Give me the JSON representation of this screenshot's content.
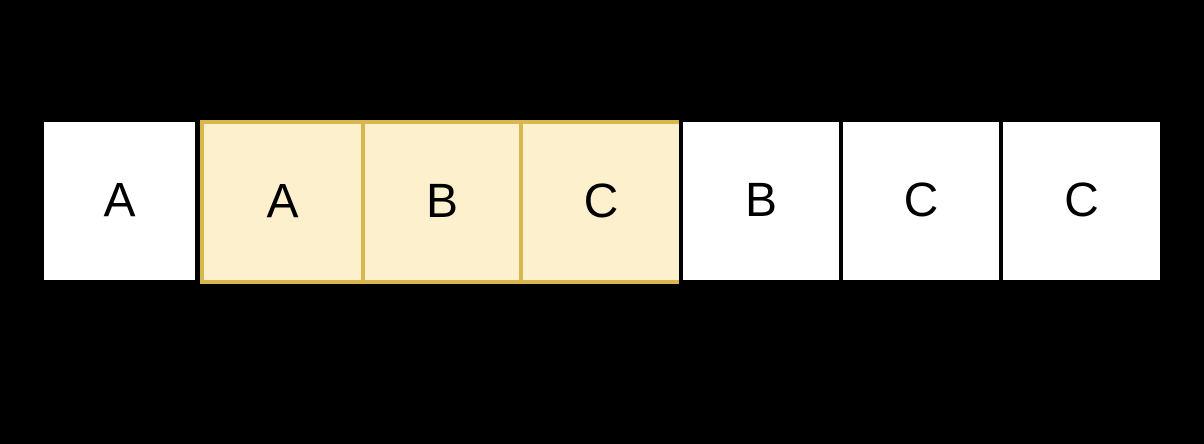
{
  "diagram": {
    "cells": [
      {
        "label": "A",
        "highlighted": false
      },
      {
        "label": "A",
        "highlighted": true
      },
      {
        "label": "B",
        "highlighted": true
      },
      {
        "label": "C",
        "highlighted": true
      },
      {
        "label": "B",
        "highlighted": false
      },
      {
        "label": "C",
        "highlighted": false
      },
      {
        "label": "C",
        "highlighted": false
      }
    ],
    "highlight_window": {
      "start_index": 1,
      "end_index": 3,
      "labels": [
        "A",
        "B",
        "C"
      ]
    },
    "colors": {
      "background": "#000000",
      "cell_fill": "#ffffff",
      "highlight_fill": "#fdf0cd",
      "highlight_border": "#d8b84e",
      "letter": "#000000"
    }
  }
}
